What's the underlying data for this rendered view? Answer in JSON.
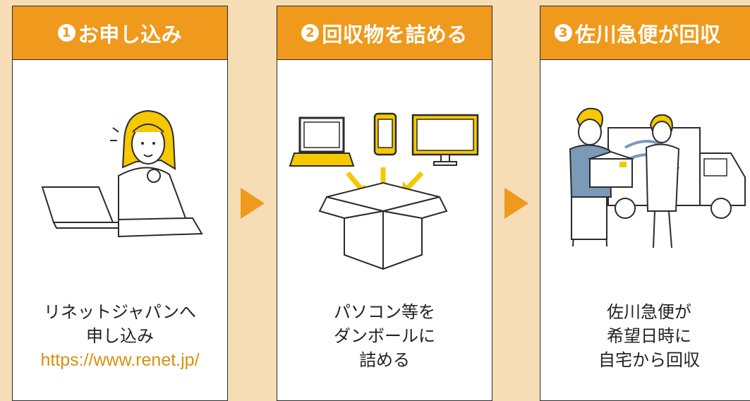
{
  "steps": [
    {
      "number": "1",
      "title": "お申し込み",
      "caption_lines": [
        "リネットジャパンへ",
        "申し込み"
      ],
      "url": "https://www.renet.jp/",
      "icon": "woman-at-laptop-icon"
    },
    {
      "number": "2",
      "title": "回収物を詰める",
      "caption_lines": [
        "パソコン等を",
        "ダンボールに",
        "詰める"
      ],
      "icon": "devices-into-box-icon"
    },
    {
      "number": "3",
      "title": "佐川急便が回収",
      "caption_lines": [
        "佐川急便が",
        "希望日時に",
        "自宅から回収"
      ],
      "icon": "courier-pickup-icon"
    }
  ],
  "colors": {
    "background": "#f6ddb5",
    "accent": "#ef9a1c",
    "url": "#d9900f",
    "device_highlight": "#f5c800"
  }
}
